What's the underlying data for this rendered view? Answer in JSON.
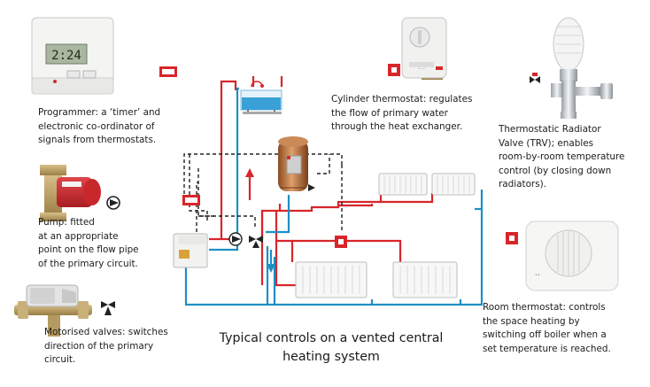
{
  "colors": {
    "flow": "#d7262a",
    "return": "#1f8fc5",
    "control_wire": "#222222",
    "label_box": "#e0393e"
  },
  "programmer": {
    "display": "2:24",
    "caption": [
      "Programmer: a ‘timer’ and",
      "electronic co-ordinator of",
      "signals from thermostats."
    ]
  },
  "pump": {
    "caption": [
      "Pump: fitted",
      "at an appropriate",
      "point on the flow pipe",
      "of the primary circuit."
    ]
  },
  "motorised_valves": {
    "caption": [
      "Motorised valves: switches",
      "direction of the primary",
      "circuit."
    ]
  },
  "cylinder_thermostat": {
    "caption": [
      "Cylinder thermostat: regulates",
      "the flow of primary water",
      "through the heat exchanger."
    ]
  },
  "trv": {
    "caption": [
      "Thermostatic Radiator",
      "Valve (TRV); enables",
      "room-by-room temperature",
      "control (by closing down",
      "radiators)."
    ]
  },
  "room_thermostat": {
    "caption": [
      "Room thermostat: controls",
      "the space heating by",
      "switching off boiler when a",
      "set temperature is reached."
    ]
  },
  "title": [
    "Typical controls on a vented central",
    "heating system"
  ]
}
